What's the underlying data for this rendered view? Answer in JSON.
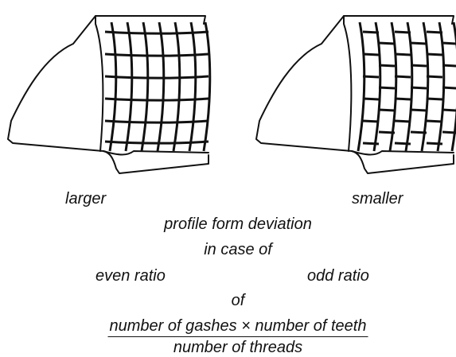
{
  "labels": {
    "left_figure": "larger",
    "right_figure": "smaller",
    "line1": "profile form deviation",
    "line2": "in case of",
    "even": "even ratio",
    "odd": "odd ratio",
    "of": "of"
  },
  "formula": {
    "numerator": "number of gashes × number of teeth",
    "denominator": "number of threads"
  }
}
